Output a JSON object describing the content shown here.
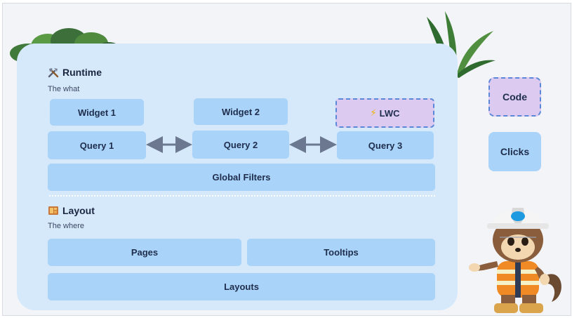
{
  "runtime": {
    "title": "Runtime",
    "title_icon": "tools-icon",
    "subtitle": "The what",
    "widgets": [
      "Widget 1",
      "Widget 2",
      "LWC"
    ],
    "queries": [
      "Query 1",
      "Query 2",
      "Query 3"
    ],
    "global_filters": "Global Filters"
  },
  "layout": {
    "title": "Layout",
    "title_icon": "layout-icon",
    "subtitle": "The where",
    "pages": "Pages",
    "tooltips": "Tooltips",
    "layouts": "Layouts"
  },
  "side": {
    "code": "Code",
    "clicks": "Clicks"
  },
  "colors": {
    "panel": "#d6e9fb",
    "box": "#a9d3f8",
    "lwc_box": "#dccaf1",
    "dashed_border": "#5b87d8",
    "arrow": "#6b7890",
    "text": "#1f2d4d"
  }
}
